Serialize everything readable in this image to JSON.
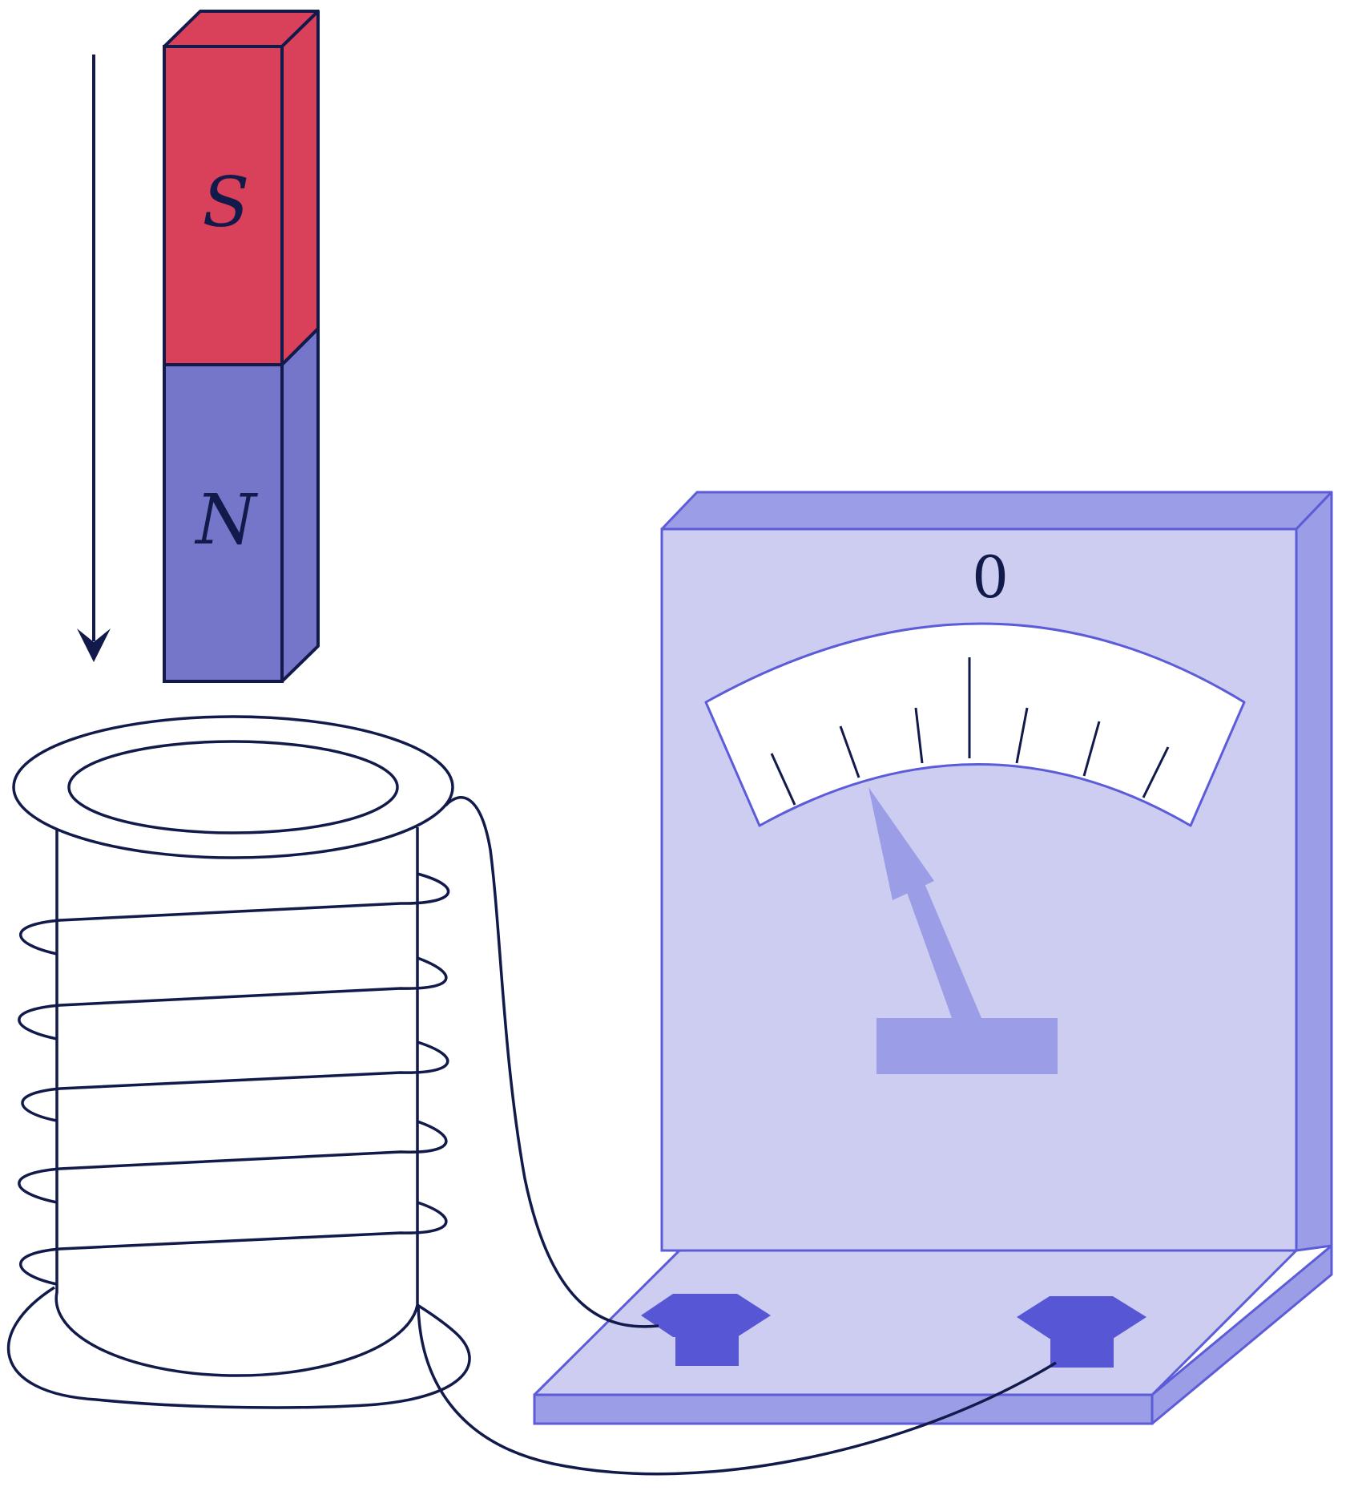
{
  "magnet": {
    "south_label": "S",
    "north_label": "N",
    "south_color": "#d9405a",
    "north_color": "#7575c9",
    "motion": "down"
  },
  "galvanometer": {
    "scale_zero_label": "0",
    "needle_position": "left of zero",
    "body_color": "#cccdf1",
    "side_color": "#9b9de6",
    "terminal_color": "#5757d6"
  },
  "colors": {
    "outline": "#111a4a",
    "meter_outline": "#5c5cd8"
  },
  "coil": {
    "turns": 5
  }
}
